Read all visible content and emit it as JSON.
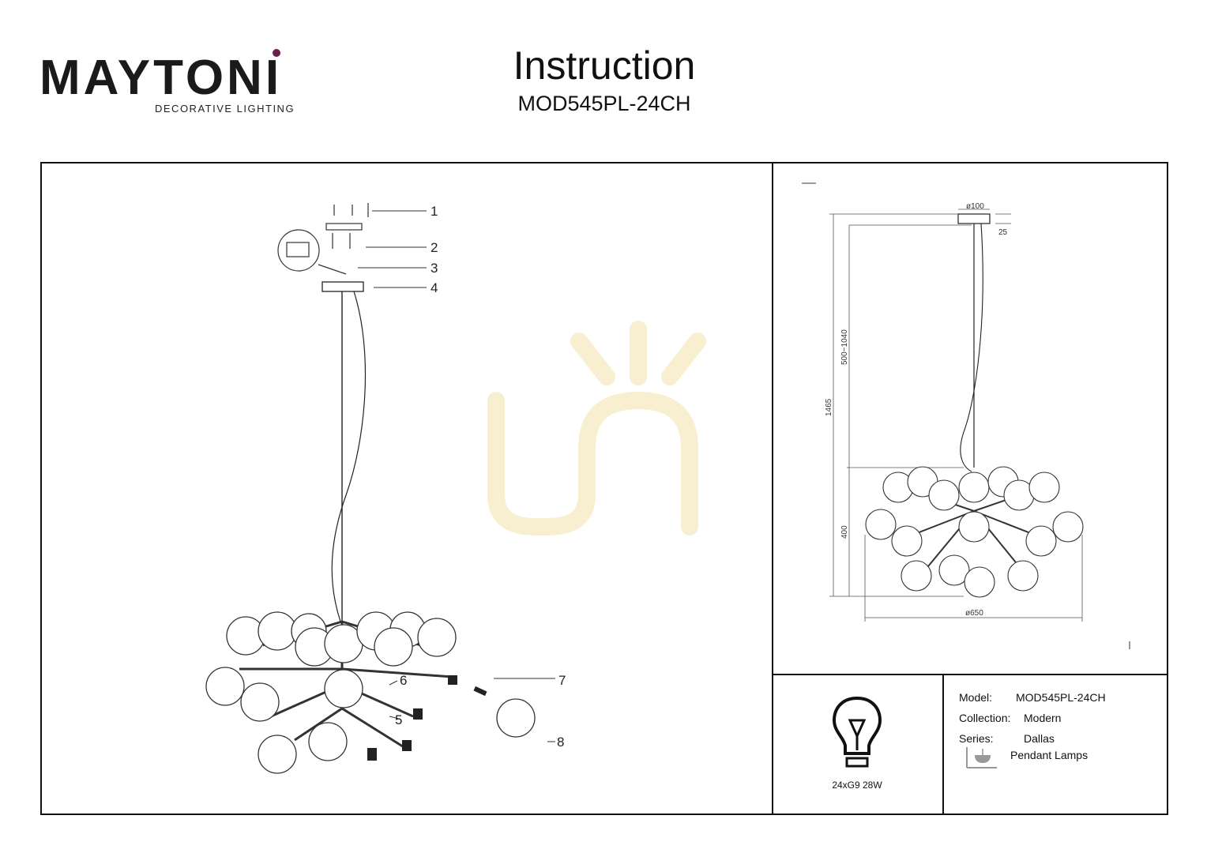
{
  "header": {
    "logo_text": "MAYTONI",
    "logo_tagline": "DECORATIVE LIGHTING",
    "title": "Instruction",
    "model": "MOD545PL-24CH"
  },
  "assembly": {
    "callouts": [
      "1",
      "2",
      "3",
      "4",
      "5",
      "6",
      "7",
      "8"
    ]
  },
  "dimensions": {
    "canopy_diameter": "ø100",
    "canopy_height": "25",
    "suspension_range": "500~1040",
    "total_height": "1465",
    "body_height": "400",
    "body_diameter": "ø650"
  },
  "specs": {
    "power": "24xG9 28W",
    "model_label": "Model:",
    "model_value": "MOD545PL-24CH",
    "collection_label": "Collection:",
    "collection_value": "Modern",
    "series_label": "Series:",
    "series_value": "Dallas",
    "type_value": "Pendant Lamps"
  },
  "colors": {
    "logo_accent": "#6b1f4b",
    "watermark": "#f7efcf"
  }
}
